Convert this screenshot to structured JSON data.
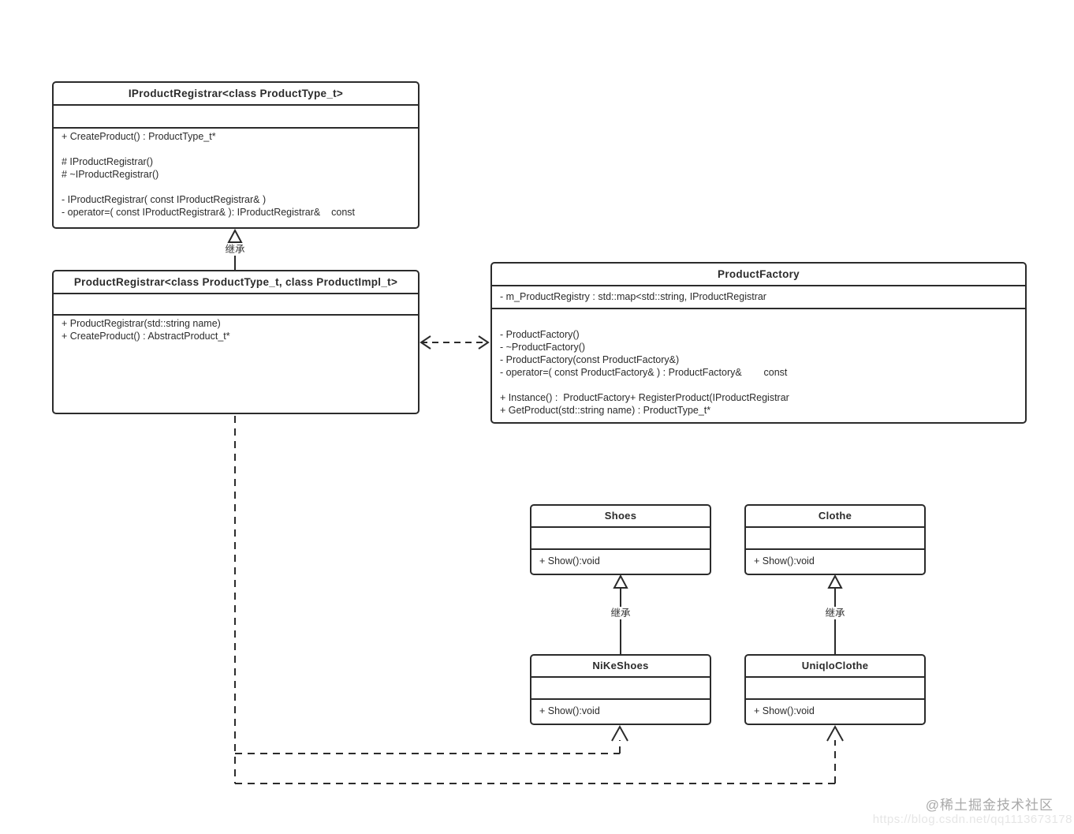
{
  "diagram": {
    "type": "uml-class-diagram",
    "colors": {
      "stroke": "#2b2b2b",
      "background": "#ffffff",
      "label_text": "#333333"
    },
    "classes": [
      {
        "name": "IProductRegistrar",
        "title": "IProductRegistrar<class ProductType_t>",
        "attributes": [],
        "methods": [
          "+ CreateProduct() : ProductType_t*",
          "",
          "# IProductRegistrar()",
          "# ~IProductRegistrar()",
          "",
          "- IProductRegistrar( const IProductRegistrar& )",
          "- operator=( const IProductRegistrar& ): IProductRegistrar&    const"
        ]
      },
      {
        "name": "ProductRegistrar",
        "title": "ProductRegistrar<class ProductType_t, class ProductImpl_t>",
        "attributes": [],
        "methods": [
          "+ ProductRegistrar(std::string name)",
          "+ CreateProduct() : AbstractProduct_t*"
        ]
      },
      {
        "name": "ProductFactory",
        "title": "ProductFactory",
        "attributes": [
          "- m_ProductRegistry : std::map<std::string, IProductRegistrar"
        ],
        "methods": [
          "",
          "- ProductFactory()",
          "- ~ProductFactory()",
          "- ProductFactory(const ProductFactory&)",
          "- operator=( const ProductFactory& ) : ProductFactory&        const",
          "",
          "+ Instance() :  ProductFactory+ RegisterProduct(IProductRegistrar",
          "+ GetProduct(std::string name) : ProductType_t*"
        ]
      },
      {
        "name": "Shoes",
        "title": "Shoes",
        "attributes": [],
        "methods": [
          "+ Show():void"
        ]
      },
      {
        "name": "Clothe",
        "title": "Clothe",
        "attributes": [],
        "methods": [
          "+ Show():void"
        ]
      },
      {
        "name": "NiKeShoes",
        "title": "NiKeShoes",
        "attributes": [],
        "methods": [
          "+ Show():void"
        ]
      },
      {
        "name": "UniqloClothe",
        "title": "UniqloClothe",
        "attributes": [],
        "methods": [
          "+ Show():void"
        ]
      }
    ],
    "edge_labels": [
      {
        "label": "继承"
      },
      {
        "label": "继承"
      },
      {
        "label": "继承"
      }
    ]
  },
  "watermark": {
    "community": "@稀土掘金技术社区",
    "url": "https://blog.csdn.net/qq1113673178"
  }
}
